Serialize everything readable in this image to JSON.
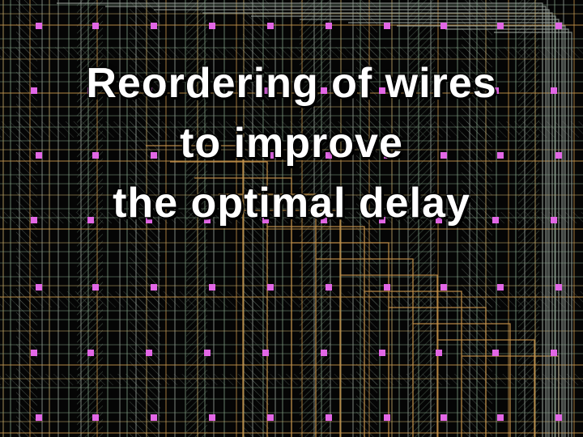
{
  "slide": {
    "title_lines": [
      "Reordering of wires",
      "to improve",
      "the optimal delay"
    ]
  },
  "background": {
    "description_icon": "vlsi-wire-layout-art",
    "colors": {
      "base": "#050505",
      "wire_green": "#7d9c82",
      "wire_gray": "#9aa39c",
      "wire_orange": "#c8944a",
      "wire_tan": "#c9ad6b",
      "via_magenta": "#e267e6"
    }
  }
}
